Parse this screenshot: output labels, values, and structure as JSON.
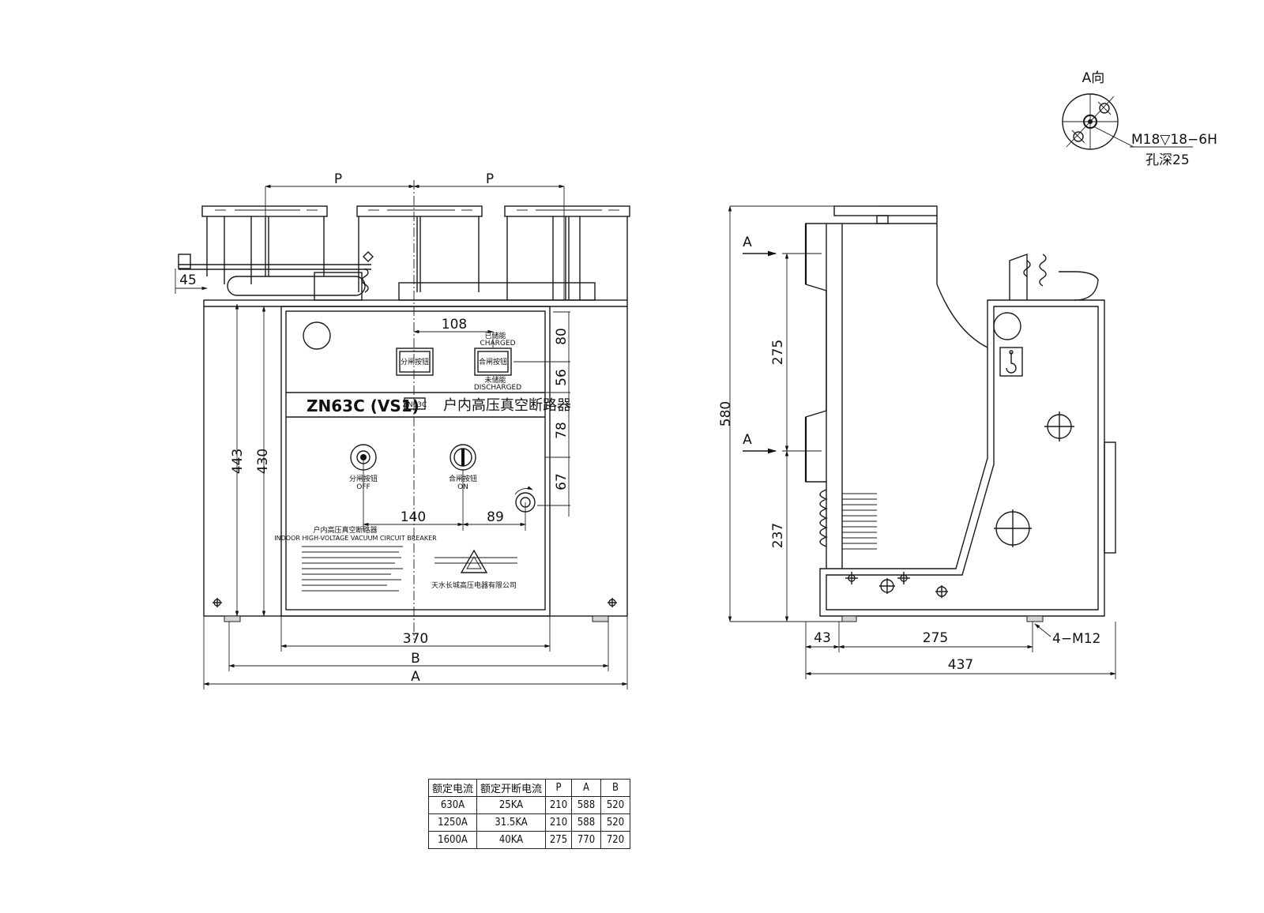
{
  "front_view": {
    "model": "ZN63C (VS1)",
    "title_cn": "户内高压真空断路器",
    "small_badge": "ZN63C",
    "btn_open_label": "分闸按钮",
    "btn_open_en": "OFF",
    "btn_close_label": "合闸按钮",
    "btn_close_en": "ON",
    "indicator_left": "分闸按钮",
    "indicator_right": "合闸按钮",
    "charged_cn": "已储能",
    "charged_en": "CHARGED",
    "discharged_cn": "未储能",
    "discharged_en": "DISCHARGED",
    "nameplate_title_cn": "户内高压真空断路器",
    "nameplate_title_en": "INDOOR HIGH-VOLTAGE VACUUM CIRCUIT BREAKER",
    "warning_company": "天水长城高压电器有限公司",
    "dims": {
      "p1": "P",
      "p2": "P",
      "d45": "45",
      "d108": "108",
      "d80": "80",
      "d56": "56",
      "d78": "78",
      "d67": "67",
      "d140": "140",
      "d89": "89",
      "d443": "443",
      "d430": "430",
      "d370": "370",
      "dB": "B",
      "dA": "A"
    }
  },
  "side_view": {
    "dims": {
      "a_top": "A",
      "a_bottom": "A",
      "d580": "580",
      "d275v": "275",
      "d237": "237",
      "d43": "43",
      "d275h": "275",
      "d437": "437",
      "bolt": "4−M12"
    }
  },
  "detail_a": {
    "title": "A向",
    "thread": "M18▽18−6H",
    "depth": "孔深25"
  },
  "spec_table": {
    "headers": [
      "额定电流",
      "额定开断电流",
      "P",
      "A",
      "B"
    ],
    "rows": [
      [
        "630A",
        "25KA",
        "210",
        "588",
        "520"
      ],
      [
        "1250A",
        "31.5KA",
        "210",
        "588",
        "520"
      ],
      [
        "1600A",
        "40KA",
        "275",
        "770",
        "720"
      ]
    ]
  }
}
